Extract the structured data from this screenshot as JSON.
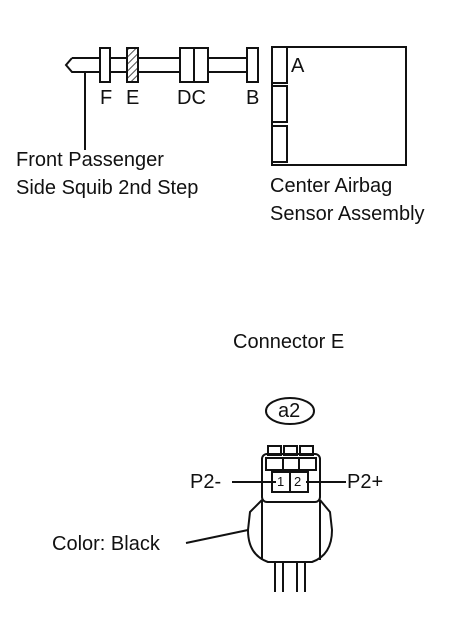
{
  "wiring": {
    "connectors": {
      "f": "F",
      "e": "E",
      "dc": "DC",
      "b": "B",
      "a": "A"
    },
    "squib_label": [
      "Front Passenger",
      "Side Squib 2nd Step"
    ],
    "sensor_label": [
      "Center Airbag",
      "Sensor Assembly"
    ]
  },
  "connector_view": {
    "title": "Connector E",
    "code": "a2",
    "pin_numbers": [
      "1",
      "2"
    ],
    "left_pin_label": "P2-",
    "right_pin_label": "P2+",
    "color_label": "Color: Black"
  }
}
